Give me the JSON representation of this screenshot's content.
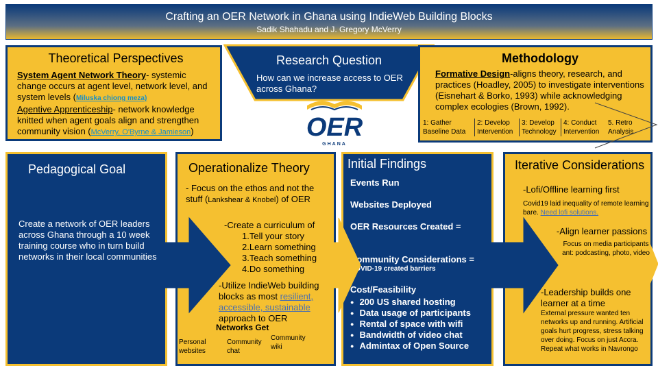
{
  "header": {
    "title": "Crafting an OER Network in Ghana using IndieWeb Building Blocks",
    "authors": "Sadik Shahadu and J. Gregory McVerry"
  },
  "theory": {
    "title": "Theoretical Perspectives",
    "term1": "System Agent Network Theory",
    "text1": "- systemic change occurs at agent level, network level, and system levels (",
    "cite1": "Miluska chiong meza)",
    "term2": "Agentive Apprenticeship",
    "text2": "- network knowledge knitted when agent goals align and strengthen community vision (",
    "cite2": "McVerry, O'Byrne & Jamieson",
    "close2": ")"
  },
  "research": {
    "title": "Research Question",
    "question": "How can we increase access to OER across Ghana?"
  },
  "logo": {
    "text": "OER",
    "subtext": "GHANA"
  },
  "methodology": {
    "title": "Methodology",
    "term": "Formative Design",
    "text": "-aligns theory, research, and practices  (Hoadley, 2005) to investigate interventions (Eisnehart & Borko, 1993) while acknowledging complex ecologies (Brown, 1992).",
    "steps": [
      "1: Gather Baseline Data",
      "2: Develop Intervention",
      "3: Develop Technology",
      "4: Conduct Intervention",
      "5. Retro Analysis"
    ]
  },
  "goal": {
    "title": "Pedagogical Goal",
    "text": "Create a network of OER leaders across Ghana through a 10 week training course who in turn build networks in their local communities"
  },
  "operationalize": {
    "title": "Operationalize Theory",
    "focus_a": "- Focus on the ethos and not the stuff (",
    "focus_cite": "Lankshear & Knobel",
    "focus_b": ") of OER",
    "curriculum_lead": "-Create a curriculum of",
    "curriculum": [
      "1.Tell your story",
      "2.Learn something",
      "3.Teach something",
      "4.Do something"
    ],
    "utilize_a": "-Utilize IndieWeb building blocks as most ",
    "utilize_link": "resilient, accessible, sustainable",
    "utilize_b": " approach to OER",
    "networks_get": "Networks Get",
    "net1": "Personal websites",
    "net2": "Community chat",
    "net3": "Community wiki"
  },
  "findings": {
    "title": "Initial Findings",
    "events": "Events Run",
    "websites": "Websites Deployed",
    "resources": "OER Resources Created =",
    "community": "Community Considerations =",
    "covid": "COVID-19 created barriers",
    "cost": "Cost/Feasibility",
    "bullets": [
      "200 US shared hosting",
      "Data usage of participants",
      "Rental of space with wifi",
      "Bandwidth of video chat",
      "Admintax of Open Source"
    ]
  },
  "iterative": {
    "title": "Iterative Considerations",
    "lofi": "-Lofi/Offline learning first",
    "lofi_note": "Covid19 laid inequality of remote learning bare. ",
    "lofi_link": "Need lofi solutions.",
    "align": "-Align learner passions",
    "align_note": "Focus on media participants ant:  podcasting, photo, video",
    "leader": "-Leadership builds one learner at a time",
    "leader_note": "External pressure wanted ten networks up and running. Artificial goals hurt progress, stress talking over doing. Focus on just Accra. Repeat what works in Navrongo"
  },
  "colors": {
    "navy": "#0b3a7a",
    "gold": "#f5c030",
    "link": "#1a8fc4"
  }
}
